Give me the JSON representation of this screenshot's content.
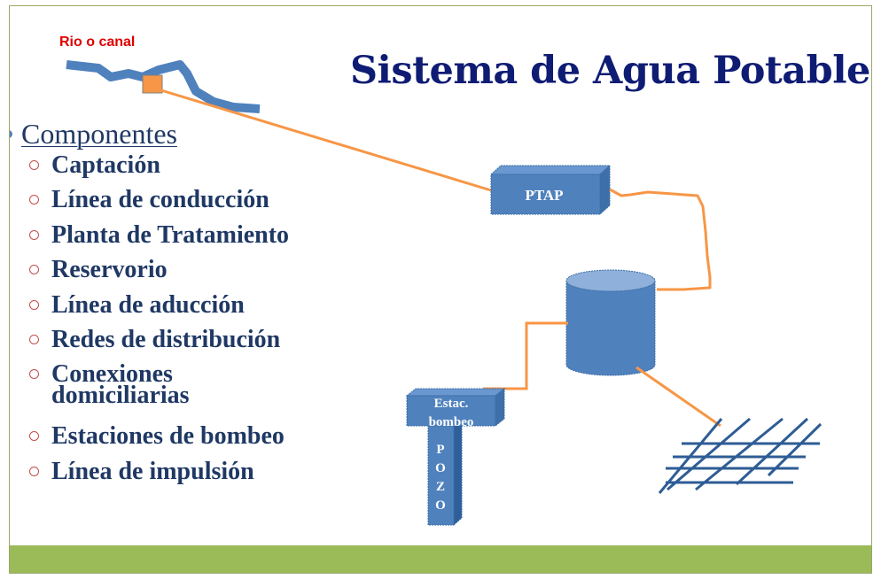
{
  "slide": {
    "title": "Sistema de Agua Potable",
    "river_label": "Rio o canal",
    "main_bullet": "Componentes",
    "components": [
      "Captación",
      "Línea de conducción",
      "Planta de Tratamiento",
      "Reservorio",
      "Línea de aducción",
      "Redes de distribución",
      "Conexiones domiciliarias",
      "Estaciones de bombeo",
      "Línea de impulsión"
    ],
    "components_two_line": [
      "Conexiones",
      "domiciliarias"
    ]
  },
  "diagram": {
    "ptap_label": "PTAP",
    "pump_label_line1": "Estac.",
    "pump_label_line2": "bombeo",
    "well_letters": [
      "P",
      "O",
      "Z",
      "O"
    ]
  },
  "colors": {
    "title": "#0f1c74",
    "text": "#1f3864",
    "river": "#4f81bd",
    "pipe": "#f79646",
    "block": "#4f81bd",
    "footer": "#9bbb59",
    "ring": "#c0504d",
    "river_label": "#e00000"
  }
}
